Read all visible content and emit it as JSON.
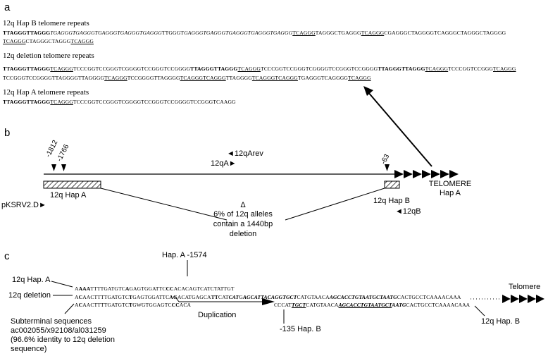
{
  "panel_a": {
    "letter": "a",
    "hapB": {
      "title": "12q Hap B telomere repeats",
      "line1": [
        {
          "t": "TTAGGGTTAGGG",
          "s": "b"
        },
        {
          "t": "TGAGGGTGAGGGTGAGGGTGAGGGTGAGGG",
          "s": "i"
        },
        {
          "t": "TTGGGT",
          "s": ""
        },
        {
          "t": "GAGGGTGAGGGTGAGGGTGAGGGTGAGGG",
          "s": "i"
        },
        {
          "t": "TCAGGG",
          "s": "u"
        },
        {
          "t": "TAGGGCTGAGGG",
          "s": ""
        },
        {
          "t": "TCAGGG",
          "s": "u"
        },
        {
          "t": "CGAGGGCTAGGGGTCAGGGCTAGGGCTAGGGG",
          "s": ""
        }
      ],
      "line2": [
        {
          "t": "TCAGGG",
          "s": "u"
        },
        {
          "t": "CTAGGGCTAGGG",
          "s": ""
        },
        {
          "t": "TCAGGG",
          "s": "u"
        }
      ]
    },
    "deletion": {
      "title": "12q deletion telomere repeats",
      "line1": [
        {
          "t": "TTAGGGTTAGGG",
          "s": "b"
        },
        {
          "t": "TCAGGG",
          "s": "u"
        },
        {
          "t": "TCCCGGTCCGGGTCGGGGTCCGGGTCCGGGG",
          "s": ""
        },
        {
          "t": "TTAGGGTTAGGG",
          "s": "b"
        },
        {
          "t": "TCAGGG",
          "s": "u"
        },
        {
          "t": "TCCCGGTCCGGGTCGGGGTCCGGGTCCGGGG",
          "s": ""
        },
        {
          "t": "TTAGGGTTAGGG",
          "s": "b"
        },
        {
          "t": "TCAGGG",
          "s": "u"
        },
        {
          "t": "TCCCGGTCCGGG",
          "s": ""
        },
        {
          "t": "TCAGGG",
          "s": "u"
        }
      ],
      "line2": [
        {
          "t": "TCCGGGTCCGGGGTTAGGGGTTAGGGG",
          "s": ""
        },
        {
          "t": "TCAGGG",
          "s": "u"
        },
        {
          "t": "TCCGGGGTTAGGGG",
          "s": ""
        },
        {
          "t": "TCAGGGTCAGGG",
          "s": "u"
        },
        {
          "t": "TTAGGGG",
          "s": ""
        },
        {
          "t": "TCAGGGTCAGGG",
          "s": "u"
        },
        {
          "t": "TGAGGGTCAGGGG",
          "s": ""
        },
        {
          "t": "TCAGGG",
          "s": "u"
        }
      ]
    },
    "hapA": {
      "title": "12q Hap A telomere repeats",
      "line1": [
        {
          "t": "TTAGGGTTAGGG",
          "s": "b"
        },
        {
          "t": "TCAGGG",
          "s": "u"
        },
        {
          "t": "TCCCGGTCCGGGTCGGGGTCCGGGTCCGGGGTCCGGGTCAAGG",
          "s": ""
        }
      ]
    }
  },
  "panel_b": {
    "letter": "b",
    "primers": {
      "rev": "◄12qArev",
      "fwd": "12qA►",
      "pksrv": "pKSRV2.D►",
      "qb": "◄12qB"
    },
    "positions": [
      "-1812",
      "-1766",
      "-63"
    ],
    "hapA_box": "12q Hap A",
    "hapB_box": "12q Hap B",
    "telomere": "TELOMERE",
    "telomere_sub": "Hap A",
    "delta": "Δ",
    "deletion_note": [
      "6% of 12q alleles",
      "contain a 1440bp",
      "deletion"
    ]
  },
  "panel_c": {
    "letter": "c",
    "hapA_1574": "Hap. A -1574",
    "label_hapA": "12q Hap. A",
    "label_del": "12q deletion",
    "subterminal": [
      "Subterminal sequences",
      "ac002055/x92108/al031259",
      "(96.6% identity to 12q deletion",
      "sequence)"
    ],
    "duplication": "Duplication",
    "hap_b_135": "-135 Hap. B",
    "telomere": "Telomere",
    "label_hapB": "12q Hap. B",
    "row1": [
      {
        "t": "A",
        "s": ""
      },
      {
        "t": "AAA",
        "s": "b"
      },
      {
        "t": "TTTTGATGTC",
        "s": ""
      },
      {
        "t": "A",
        "s": "b"
      },
      {
        "t": "GAGTGGATTC",
        "s": ""
      },
      {
        "t": "CC",
        "s": "b"
      },
      {
        "t": "ACACAGTCATCTATTGT",
        "s": ""
      }
    ],
    "row2": [
      {
        "t": "A",
        "s": ""
      },
      {
        "t": "C",
        "s": "b"
      },
      {
        "t": "AACTTTTGATGTC",
        "s": ""
      },
      {
        "t": "T",
        "s": "b"
      },
      {
        "t": "GAGTGGATTC",
        "s": ""
      },
      {
        "t": "AG",
        "s": "b"
      },
      {
        "t": "ACATGAGCA",
        "s": ""
      },
      {
        "t": "TT",
        "s": "b"
      },
      {
        "t": "CAT",
        "s": ""
      },
      {
        "t": "CAT",
        "s": "b i"
      },
      {
        "t": "G",
        "s": ""
      },
      {
        "t": "AGCA",
        "s": "b i"
      },
      {
        "t": "TTA",
        "s": "b i"
      },
      {
        "t": "CAGGTGCT",
        "s": "b i"
      },
      {
        "t": "CATGTAACA",
        "s": ""
      },
      {
        "t": "AGCACCTGTAATGCTAATG",
        "s": "b i"
      },
      {
        "t": "CACTGCCTCAAAACAAA",
        "s": ""
      }
    ],
    "row3": [
      {
        "t": "A",
        "s": ""
      },
      {
        "t": "C",
        "s": "b"
      },
      {
        "t": "AACTTTTGATGTC",
        "s": ""
      },
      {
        "t": "T",
        "s": "b"
      },
      {
        "t": "GWGTGGAGTC",
        "s": ""
      },
      {
        "t": "CC",
        "s": "b"
      },
      {
        "t": "ACA",
        "s": ""
      }
    ],
    "row3b": [
      {
        "t": "CCCAT",
        "s": ""
      },
      {
        "t": "TGCT",
        "s": "b i u"
      },
      {
        "t": "CATGTAACA",
        "s": ""
      },
      {
        "t": "AGCACCTGTAATGCT",
        "s": "b i u"
      },
      {
        "t": "AATG",
        "s": "b i"
      },
      {
        "t": "CACTGCCTCAAAACAAA",
        "s": ""
      }
    ]
  }
}
